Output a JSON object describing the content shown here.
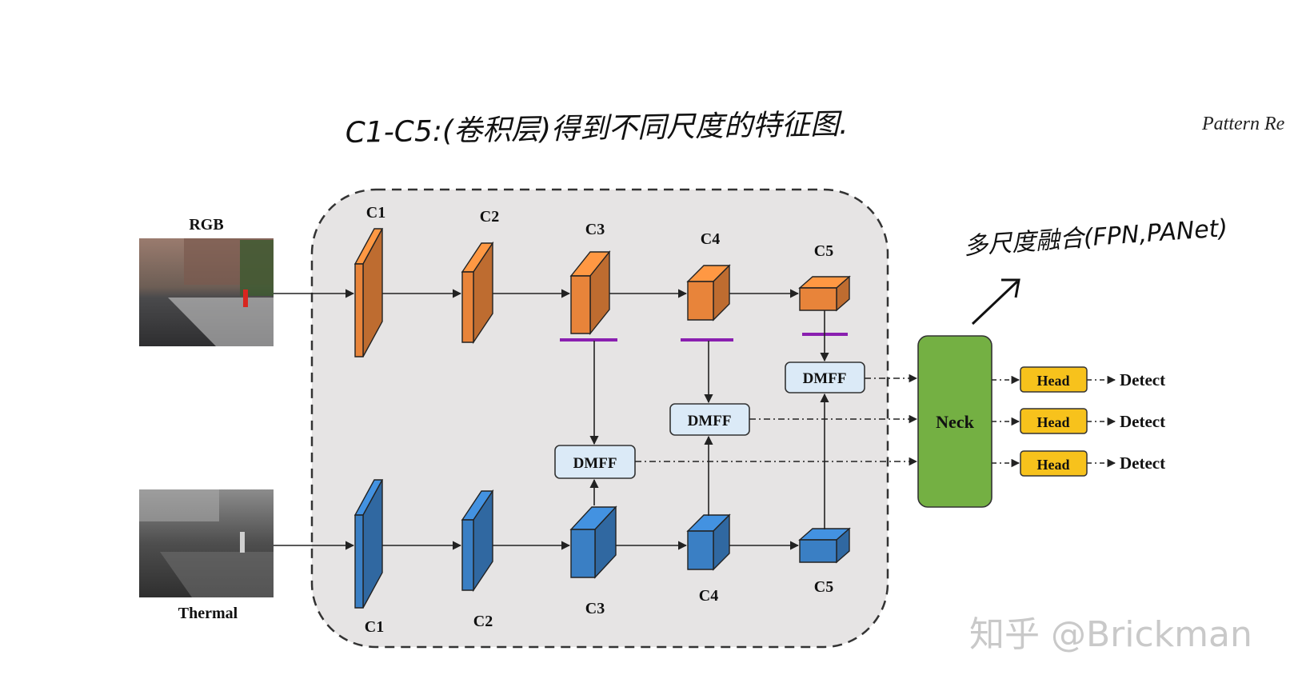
{
  "annotations": {
    "top_handwriting": "C1-C5:(卷积层)得到不同尺度的特征图.",
    "right_handwriting": "多尺度融合(FPN,PANet)",
    "header_text": "Pattern Re",
    "watermark": "知乎 @Brickman"
  },
  "inputs": {
    "rgb_label": "RGB",
    "thermal_label": "Thermal"
  },
  "backbone": {
    "top_stages": [
      "C1",
      "C2",
      "C3",
      "C4",
      "C5"
    ],
    "bottom_stages": [
      "C1",
      "C2",
      "C3",
      "C4",
      "C5"
    ],
    "top_color": "#e8843a",
    "bottom_color": "#3a7fc4"
  },
  "fusion": {
    "labels": [
      "DMFF",
      "DMFF",
      "DMFF"
    ],
    "marker_color": "#8a1fb0"
  },
  "neck": {
    "label": "Neck",
    "color": "#74b043"
  },
  "heads": [
    {
      "label": "Head",
      "output": "Detect"
    },
    {
      "label": "Head",
      "output": "Detect"
    },
    {
      "label": "Head",
      "output": "Detect"
    }
  ],
  "head_color": "#f7c21c"
}
